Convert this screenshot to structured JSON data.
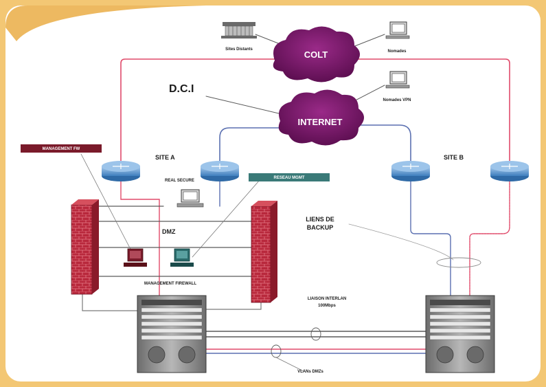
{
  "labels": {
    "colt": "COLT",
    "internet": "INTERNET",
    "dci": "D.C.I",
    "site_a": "SITE A",
    "site_b": "SITE B",
    "sites_distants": "Sites Distants",
    "nomades": "Nomades",
    "nomades_vpn": "Nomades VPN",
    "management_fw": "MANAGEMENT FW",
    "reseau_mgmt": "RESEAU MGMT",
    "real_secure": "REAL SECURE",
    "dmz": "DMZ",
    "management_firewall": "MANAGEMENT FIREWALL",
    "liens_de": "LIENS DE",
    "backup": "BACKUP",
    "liaison_interlan": "LIAISON INTERLAN",
    "bandwidth": "100Mbps",
    "vlans": "VLANs DMZs"
  },
  "colors": {
    "background": "#ffffff",
    "border_frame": "#e9b048",
    "cloud": "#7a1a6a",
    "link_red": "#e04a6a",
    "link_blue": "#5a6fb0",
    "link_gray": "#8a8a8a",
    "router": "#6fa4d6",
    "firewall_brick": "#b0283a",
    "mgmt_fw_tag": "#7a1a2a",
    "reseau_mgmt_tag": "#3a7a78",
    "chassis": "#9a9a9a"
  }
}
